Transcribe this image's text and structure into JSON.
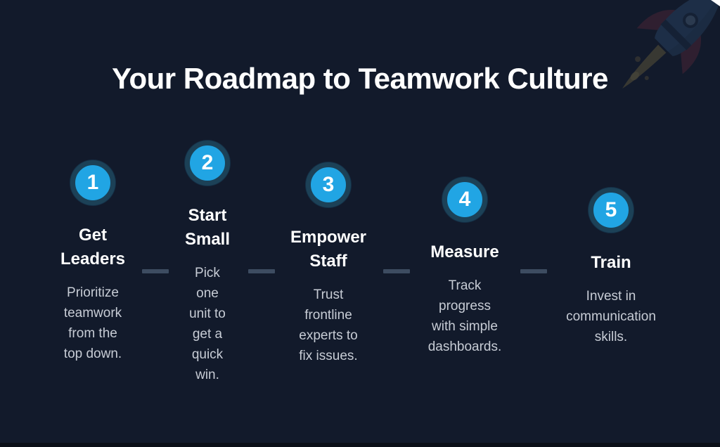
{
  "slide": {
    "title": "Your Roadmap to Teamwork Culture",
    "background_color": "#121a2b",
    "accent_color": "#21a5e4",
    "circle_ring_color": "#1c4157",
    "connector_color": "#3d4c61",
    "heading_color": "#ffffff",
    "description_color": "#c7ccd5"
  },
  "steps": [
    {
      "number": "1",
      "title": "Get\nLeaders",
      "description": "Prioritize\nteamwork\nfrom the\ntop down."
    },
    {
      "number": "2",
      "title": "Start\nSmall",
      "description": "Pick\none\nunit to\nget a\nquick\nwin."
    },
    {
      "number": "3",
      "title": "Empower\nStaff",
      "description": "Trust\nfrontline\nexperts to\nfix issues."
    },
    {
      "number": "4",
      "title": "Measure",
      "description": "Track\nprogress\nwith simple\ndashboards."
    },
    {
      "number": "5",
      "title": "Train",
      "description": "Invest in\ncommunication\nskills."
    }
  ],
  "decor": {
    "rocket_icon": "rocket-illustration-top-right"
  }
}
